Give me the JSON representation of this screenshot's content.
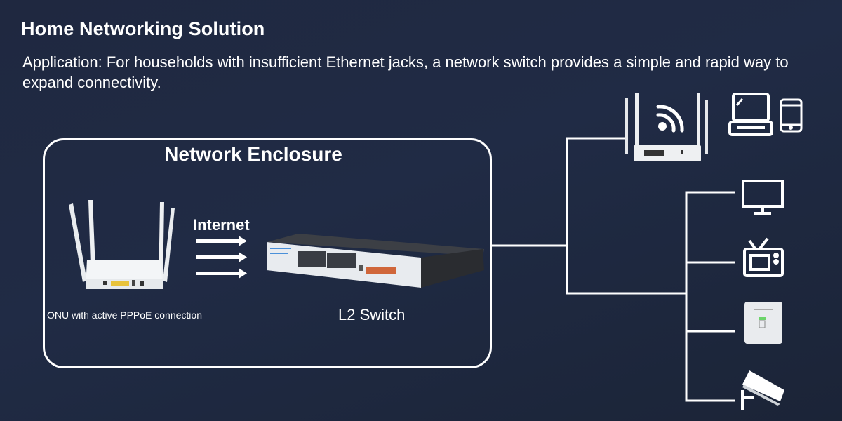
{
  "header": {
    "title": "Home Networking Solution",
    "description": "Application: For households with insufficient Ethernet jacks, a network switch provides a simple and rapid way to expand connectivity."
  },
  "enclosure": {
    "title": "Network Enclosure",
    "onu_label": "ONU with active PPPoE connection",
    "arrow_label": "Internet",
    "switch_label": "L2 Switch"
  },
  "devices": {
    "wifi_router": {
      "name": "wireless-router",
      "icons": [
        "wifi-icon",
        "laptop-icon",
        "phone-icon"
      ]
    },
    "wired": [
      "desktop-monitor-icon",
      "tv-icon",
      "ethernet-wall-jack-icon",
      "security-camera-icon"
    ]
  },
  "colors": {
    "background": "#202b45",
    "foreground": "#ffffff",
    "port_yellow": "#e8c23a",
    "port_orange": "#d0663a",
    "jack_green": "#6cd46a"
  }
}
